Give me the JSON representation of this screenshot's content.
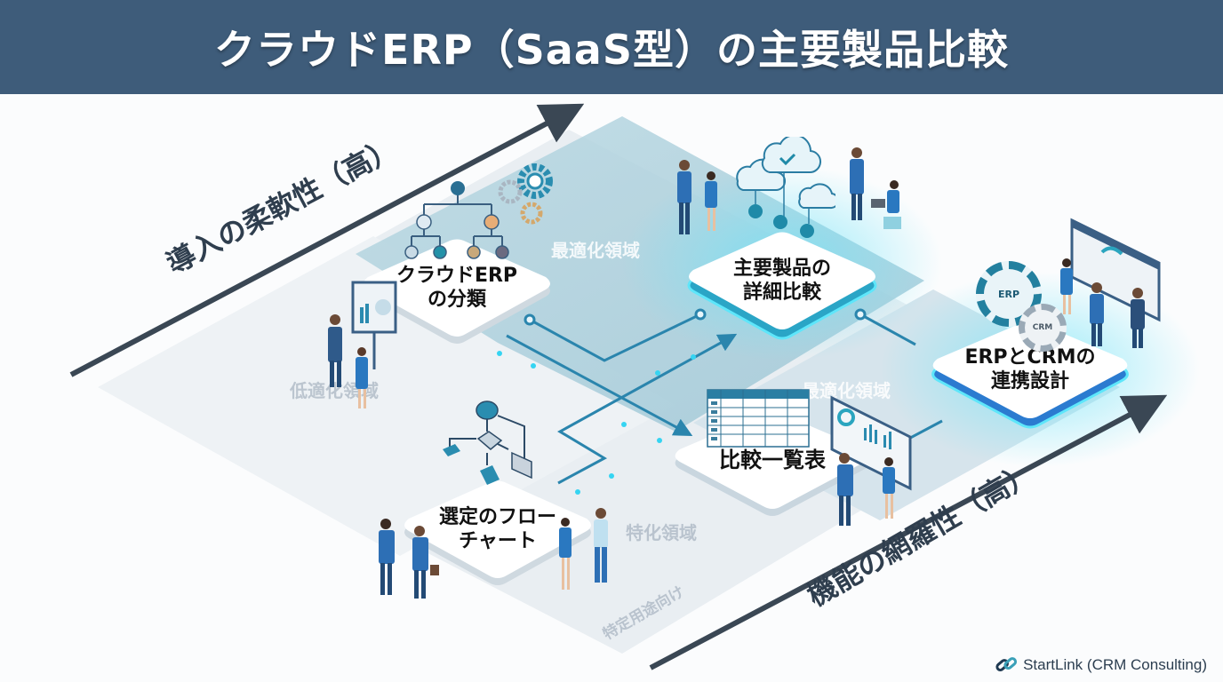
{
  "header": {
    "title": "クラウドERP（SaaS型）の主要製品比較"
  },
  "axes": {
    "y_axis_label": "導入の柔軟性（高）",
    "x_axis_label": "機能の網羅性（高）"
  },
  "regions": {
    "optimized_top": "最適化領域",
    "optimized_right": "最適化領域",
    "low_optimized": "低適化領域",
    "specialized": "特化領域",
    "specific_use": "特定用途向け"
  },
  "tiles": [
    {
      "id": "classification",
      "line1": "クラウドERP",
      "line2": "の分類"
    },
    {
      "id": "detail-comparison",
      "line1": "主要製品の",
      "line2": "詳細比較"
    },
    {
      "id": "erp-crm",
      "line1": "ERPとCRMの",
      "line2": "連携設計"
    },
    {
      "id": "comparison-table",
      "line1": "比較一覧表",
      "line2": ""
    },
    {
      "id": "flowchart",
      "line1": "選定のフロー",
      "line2": "チャート"
    }
  ],
  "icons": {
    "gear_erp": "ERP",
    "gear_crm": "CRM"
  },
  "brand": {
    "name": "StartLink (CRM Consulting)",
    "icon": "link-icon"
  },
  "colors": {
    "header_bg": "#3e5c7a",
    "accent": "#1f7fa8",
    "glow": "#2fd0f0",
    "axis": "#3a4754"
  }
}
